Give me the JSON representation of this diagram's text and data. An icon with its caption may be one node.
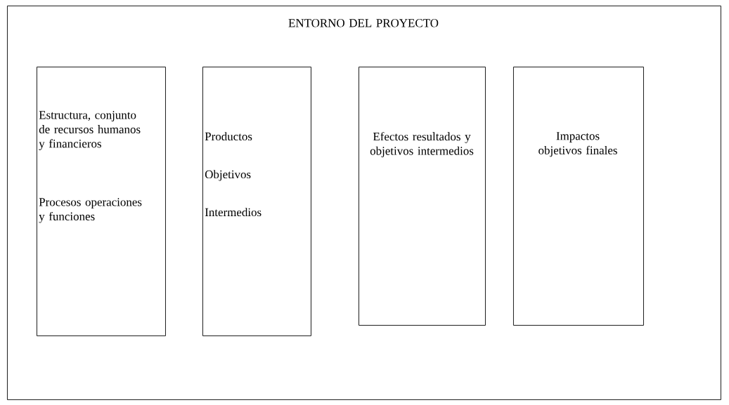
{
  "diagram": {
    "nodes": [
      {
        "text": [
          "ENTORNO DEL PROYECTO"
        ]
      },
      {
        "text": [
          "Estructura, conjunto de recursos humanos y financieros",
          "Procesos operaciones y funciones"
        ],
        "in": 0
      },
      {
        "text": [
          "Productos",
          "Objetivos",
          "Intermedios"
        ],
        "in": 0
      },
      {
        "text": [
          "Efectos resultados y objetivos intermedios"
        ],
        "in": 0
      },
      {
        "text": [
          "Impactos objetivos finales"
        ],
        "in": 0
      }
    ]
  }
}
